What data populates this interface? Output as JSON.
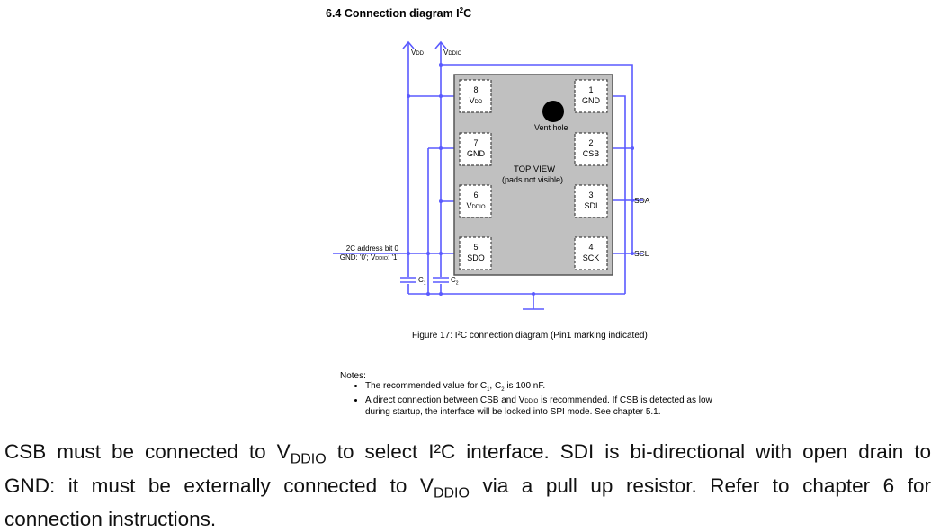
{
  "heading": {
    "prefix": "6.4 Connection diagram I",
    "sup": "2",
    "suffix": "C"
  },
  "diagram": {
    "supply_vdd": {
      "v": "V",
      "sub": "DD"
    },
    "supply_vddio": {
      "v": "V",
      "sub": "DDIO"
    },
    "center_label": "TOP VIEW",
    "center_sub": "(pads not visible)",
    "vent_hole": "Vent hole",
    "pins": [
      {
        "num": "8",
        "name": "V",
        "sub": "DD"
      },
      {
        "num": "7",
        "name": "GND",
        "sub": ""
      },
      {
        "num": "6",
        "name": "V",
        "sub": "DDIO"
      },
      {
        "num": "5",
        "name": "SDO",
        "sub": ""
      },
      {
        "num": "1",
        "name": "GND",
        "sub": ""
      },
      {
        "num": "2",
        "name": "CSB",
        "sub": ""
      },
      {
        "num": "3",
        "name": "SDI",
        "sub": ""
      },
      {
        "num": "4",
        "name": "SCK",
        "sub": ""
      }
    ],
    "sda": "SDA",
    "scl": "SCL",
    "addr_label_1": "I2C address bit 0",
    "addr_label_2a": "GND: '0'; V",
    "addr_label_2sub": "DDIO",
    "addr_label_2b": ": '1'",
    "c1": {
      "c": "C",
      "sub": "1"
    },
    "c2": {
      "c": "C",
      "sub": "2"
    },
    "wire_color": "#5a5aff",
    "chip_color": "#c0c0c0"
  },
  "caption": "Figure 17: I²C connection diagram (Pin1 marking indicated)",
  "notes": {
    "title": "Notes:",
    "n1a": "The recommended value for C",
    "n1s1": "1",
    "n1b": ", C",
    "n1s2": "2",
    "n1c": " is 100 nF.",
    "n2a": "A direct connection between CSB and V",
    "n2s": "DDIO",
    "n2b": " is recommended. If CSB is detected as low",
    "n2c": "during startup, the interface will be locked into SPI mode. See chapter 5.1."
  },
  "paragraph": {
    "l1a": "CSB must be connected to V",
    "l1s": "DDIO",
    "l1b": " to select I²C interface. SDI is bi-directional with open drain to",
    "l2a": "GND: it must be externally connected to V",
    "l2s": "DDIO",
    "l2b": " via a pull up resistor. Refer to chapter 6 for",
    "l3": "connection instructions."
  }
}
